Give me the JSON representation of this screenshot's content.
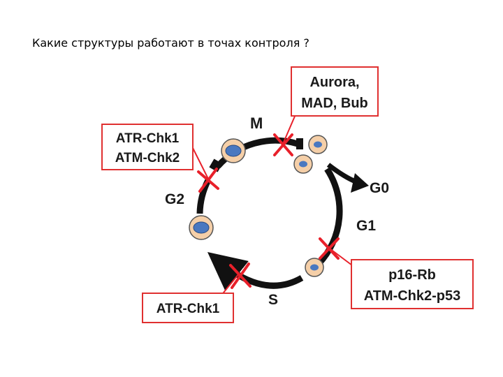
{
  "question": "Какие структуры работают в точах контроля ?",
  "phases": {
    "m": "M",
    "g0": "G0",
    "g1": "G1",
    "g2": "G2",
    "s": "S"
  },
  "checkpoints": {
    "mitotic": {
      "line1": "Aurora,",
      "line2": "MAD, Bub"
    },
    "g2m": {
      "line1": "ATR-Chk1",
      "line2": "ATM-Chk2"
    },
    "s_phase": {
      "line1": "ATR-Chk1"
    },
    "g1s": {
      "line1": "p16-Rb",
      "line2": "ATM-Chk2-p53"
    }
  },
  "colors": {
    "cycle_arrow": "#111111",
    "checkpoint_box": "#e03030",
    "checkpoint_mark": "#e8202a",
    "cell_fill": "#f5cfa8",
    "nucleus_fill": "#4a78c0"
  }
}
